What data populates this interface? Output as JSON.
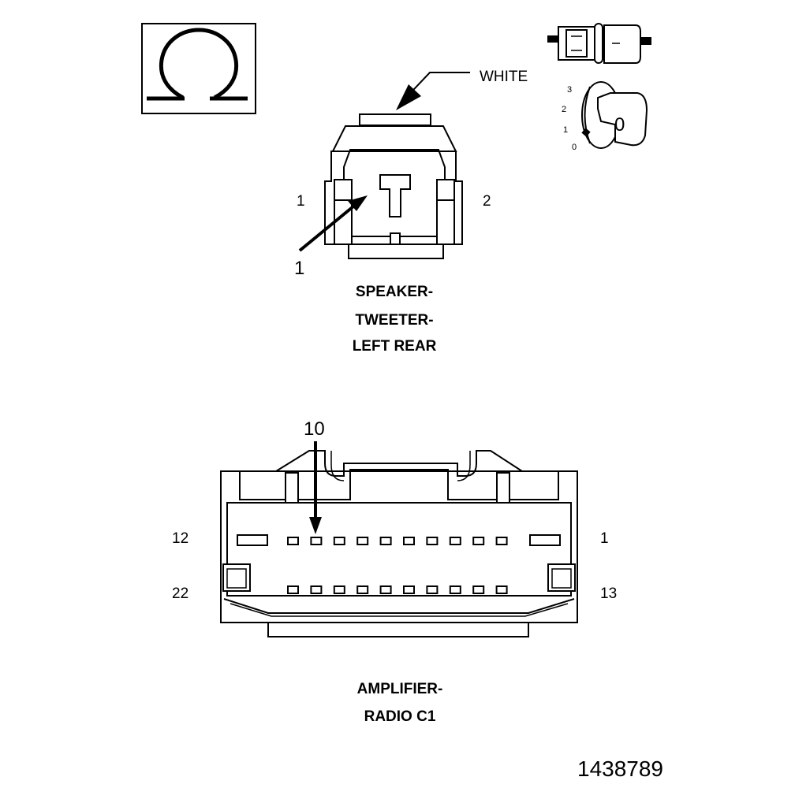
{
  "ohmmeter_symbol": {
    "icon": "ohm-icon"
  },
  "key_switch_icon": {
    "icon": "ignition-key-icon",
    "positions": [
      "3",
      "2",
      "1",
      "0"
    ],
    "key_mark": "0"
  },
  "tweeter_connector": {
    "color_callout": "WHITE",
    "left_pin": "1",
    "right_pin": "2",
    "arrow_pin": "1",
    "caption": [
      "SPEAKER-",
      "TWEETER-",
      "LEFT REAR"
    ]
  },
  "amplifier_connector": {
    "arrow_pin": "10",
    "row1_left": "12",
    "row1_right": "1",
    "row2_left": "22",
    "row2_right": "13",
    "caption": [
      "AMPLIFIER-",
      "RADIO C1"
    ]
  },
  "figure_number": "1438789"
}
